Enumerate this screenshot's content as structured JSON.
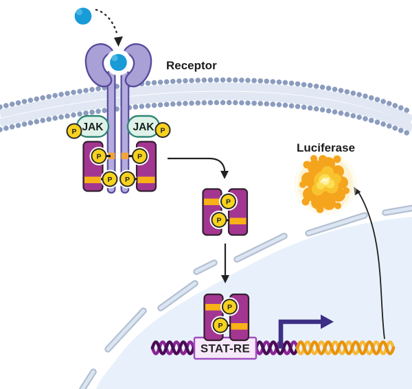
{
  "labels": {
    "receptor": "Receptor",
    "luciferase": "Luciferase",
    "jak": "JAK",
    "phosphate": "P",
    "stat_response_element": "STAT-RE"
  },
  "colors": {
    "ligand": "#189BD7",
    "receptor_fill": "#A9A1D6",
    "receptor_outline": "#564B9B",
    "jak_fill": "#DFF2E9",
    "jak_outline": "#2F8573",
    "phosphate_fill": "#F7D21E",
    "stat_fill": "#A33691",
    "stat_outline": "#33202F",
    "stat_stripe": "#F8B117",
    "membrane_heads": "#8B9CBE",
    "membrane_tails": "#E1E8F4",
    "nucleus_fill": "#E8F1FB",
    "nuclear_envelope": "#B3C0D3",
    "dna_purple_dark": "#4A0C54",
    "dna_purple_light": "#8A2596",
    "dna_orange_dark": "#E8930B",
    "dna_orange_light": "#F6B93C",
    "transcription_arrow": "#3D2F85",
    "stat_re_fill": "#F7E9FB",
    "stat_re_outline": "#A04FC0",
    "luciferase_body": "#F5A41D",
    "luciferase_glow": "#FCDE55",
    "arrow": "#222222"
  }
}
